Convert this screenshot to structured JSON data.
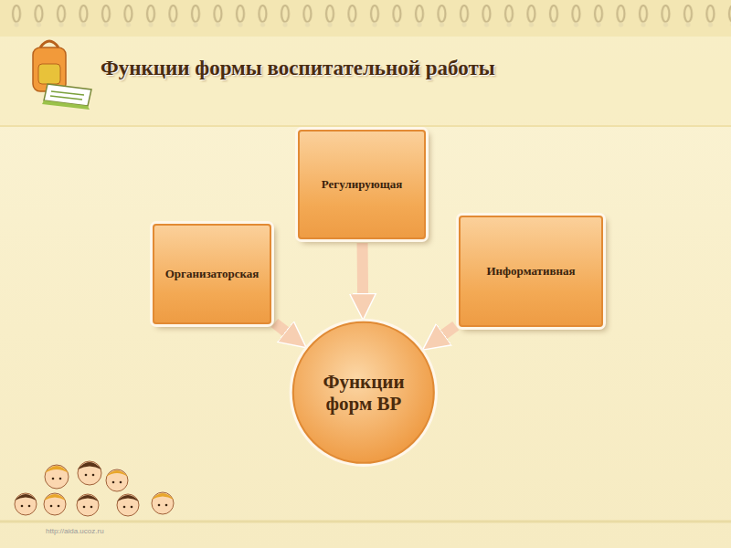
{
  "diagram": {
    "title": "Функции формы воспитательной работы",
    "nodes": [
      {
        "text": [
          "Регулирующая"
        ]
      },
      {
        "text": [
          "Организаторская"
        ]
      },
      {
        "text": [
          "Информативная"
        ]
      },
      {
        "text": [
          "Функции форм ВР"
        ]
      }
    ],
    "edges": [
      {
        "from": 0,
        "to": 3,
        "arrow": "to"
      },
      {
        "from": 1,
        "to": 3,
        "arrow": "to"
      },
      {
        "from": 2,
        "to": 3,
        "arrow": "to"
      }
    ],
    "labels": [
      "http://aida.ucoz.ru"
    ]
  }
}
